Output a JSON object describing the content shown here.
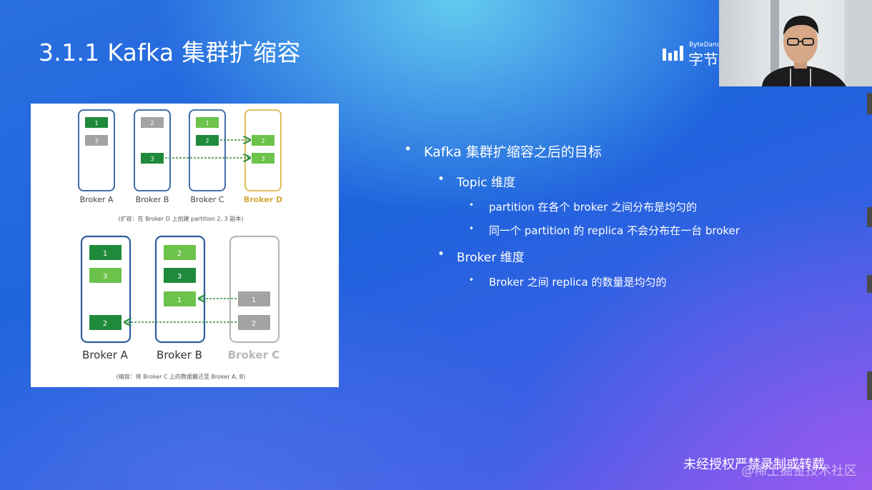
{
  "slide": {
    "title": "3.1.1 Kafka 集群扩缩容",
    "logo": {
      "small": "ByteDance",
      "big": "字节跳动"
    },
    "bullets": {
      "main": "Kafka 集群扩缩容之后的目标",
      "topic": "Topic 维度",
      "topic_points": [
        "partition 在各个 broker 之间分布是均匀的",
        "同一个 partition 的 replica 不会分布在一台 broker"
      ],
      "broker": "Broker 维度",
      "broker_points": [
        "Broker 之间 replica 的数量是均匀的"
      ]
    },
    "watermark": "未经授权严禁录制或转载",
    "watermark2": "@稀土掘金技术社区",
    "bullet_glyph": "•"
  },
  "figure": {
    "scale_up": {
      "brokers": [
        {
          "name": "Broker A",
          "slots": [
            "1",
            "3"
          ]
        },
        {
          "name": "Broker B",
          "slots": [
            "2",
            "3"
          ]
        },
        {
          "name": "Broker C",
          "slots": [
            "1",
            "2"
          ]
        },
        {
          "name": "Broker D",
          "slots": [
            "2",
            "3"
          ]
        }
      ],
      "caption": "(扩容：在 Broker D 上创建 partition 2, 3 副本)"
    },
    "scale_down": {
      "brokers": [
        {
          "name": "Broker A",
          "slots": [
            "1",
            "3",
            "2"
          ]
        },
        {
          "name": "Broker B",
          "slots": [
            "2",
            "3",
            "1"
          ]
        },
        {
          "name": "Broker C",
          "slots": [
            "1",
            "2"
          ]
        }
      ],
      "caption": "(缩容：将 Broker C 上的数据搬迁至 Broker A, B)"
    },
    "colors": {
      "dark_green": "#1f8a3a",
      "light_green": "#6cc24a",
      "gray": "#a3a3a3",
      "blue_border": "#2d5f9e",
      "gold_border": "#d9b84a",
      "gold_text": "#d4a93a",
      "gray_border": "#b8b8b8",
      "arrow": "#2f8f3f"
    }
  }
}
